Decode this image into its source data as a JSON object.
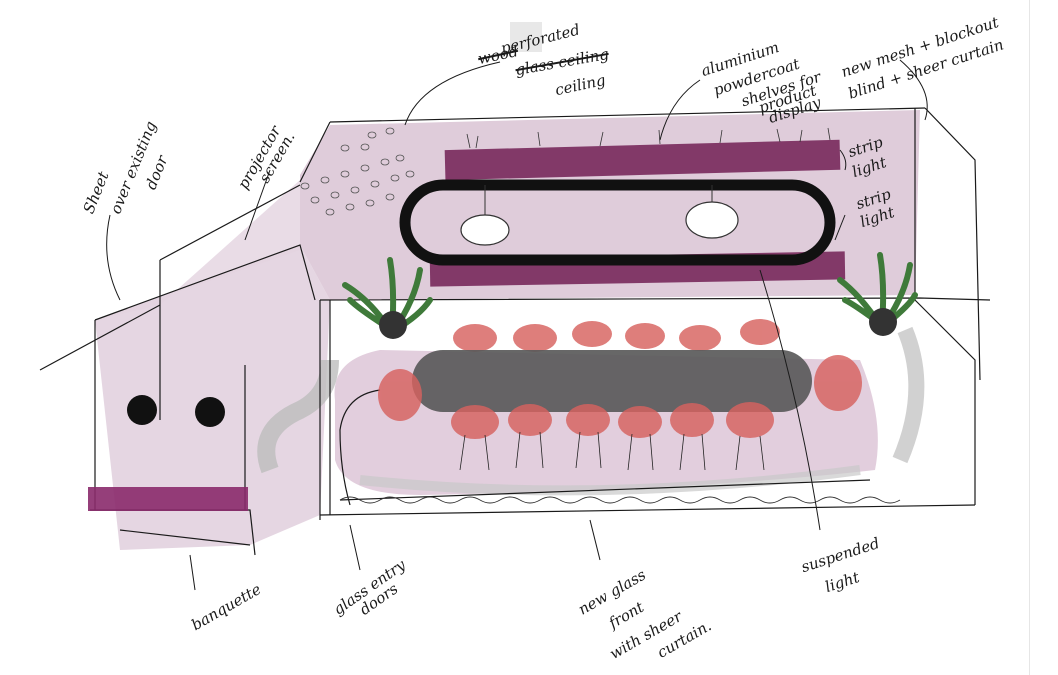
{
  "labels": {
    "perforated_struck_1": "wood",
    "perforated": "perforated",
    "perforated_struck_2": "glass ceiling",
    "ceiling": "ceiling",
    "aluminium_1": "aluminium",
    "aluminium_2": "powdercoat",
    "aluminium_3": "shelves for",
    "aluminium_4": "product",
    "aluminium_5": "display",
    "mesh_1": "new mesh + blockout",
    "mesh_2": "blind + sheer curtain",
    "projector_1": "projector",
    "projector_2": "screen.",
    "sheet_1": "Sheet",
    "sheet_2": "over existing",
    "sheet_3": "door",
    "strip_1a": "strip",
    "strip_1b": "light",
    "strip_2a": "strip",
    "strip_2b": "light",
    "banquette": "banquette",
    "glass_1": "glass entry",
    "glass_2": "doors",
    "front_1": "new glass",
    "front_2": "front",
    "front_3": "with sheer",
    "front_4": "curtain.",
    "susp_1": "suspended",
    "susp_2": "light"
  },
  "colors": {
    "wall_pink": "#d9c3d4",
    "magenta": "#8a2a6b",
    "plum": "#7a2d5e",
    "chair_red": "#d7625f",
    "table_grey": "#5a5a5a",
    "shadow_grey": "#bdbdbd",
    "plant_green": "#3f7a3a",
    "ink": "#1a1a1a"
  }
}
